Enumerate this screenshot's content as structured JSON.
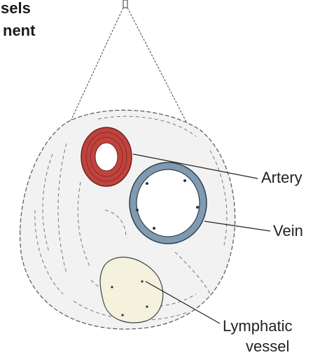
{
  "heading": {
    "line1": "sels",
    "line2": "nent"
  },
  "labels": {
    "artery": "Artery",
    "vein": "Vein",
    "lymphatic_line1": "Lymphatic",
    "lymphatic_line2": "vessel"
  },
  "colors": {
    "artery_wall": "#c0433e",
    "artery_lumen": "#ffffff",
    "vein_wall": "#7f9bb3",
    "vein_lumen": "#ffffff",
    "lymph_fill": "#f4f1dc",
    "tissue_fill": "#ececec",
    "line_color": "#333333"
  }
}
